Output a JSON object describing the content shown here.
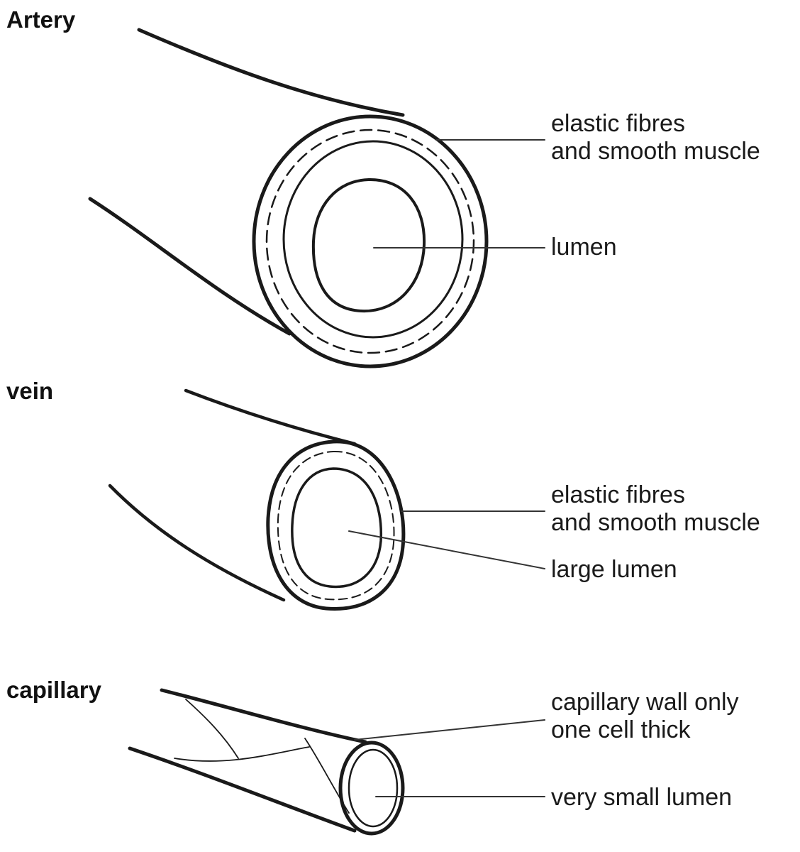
{
  "artery": {
    "heading": "Artery",
    "wall_label": [
      "elastic fibres",
      "and smooth muscle"
    ],
    "lumen_label": "lumen"
  },
  "vein": {
    "heading": "vein",
    "wall_label": [
      "elastic fibres",
      "and smooth muscle"
    ],
    "lumen_label": "large lumen"
  },
  "capillary": {
    "heading": "capillary",
    "wall_label": [
      "capillary wall only",
      "one cell thick"
    ],
    "lumen_label": "very small lumen"
  },
  "colors": {
    "ink": "#1a1a1a",
    "leader": "#333333",
    "background": "#ffffff"
  }
}
